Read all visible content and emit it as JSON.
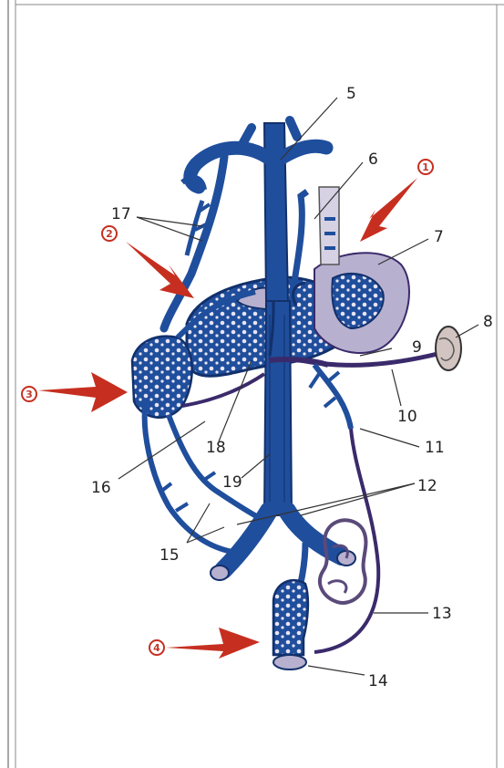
{
  "labels": {
    "n5": "5",
    "n6": "6",
    "n7": "7",
    "n8": "8",
    "n9": "9",
    "n10": "10",
    "n11": "11",
    "n12": "12",
    "n13": "13",
    "n14": "14",
    "n15": "15",
    "n16": "16",
    "n17": "17",
    "n18": "18",
    "n19": "19"
  },
  "markers": {
    "m1": "1",
    "m2": "2",
    "m3": "3",
    "m4": "4"
  },
  "colors": {
    "vein": "#1f4e9c",
    "vein_dark": "#12306b",
    "vessel": "#3b2a6b",
    "organ": "#b8b0cf",
    "arrow": "#c62f20",
    "line": "#333333"
  }
}
